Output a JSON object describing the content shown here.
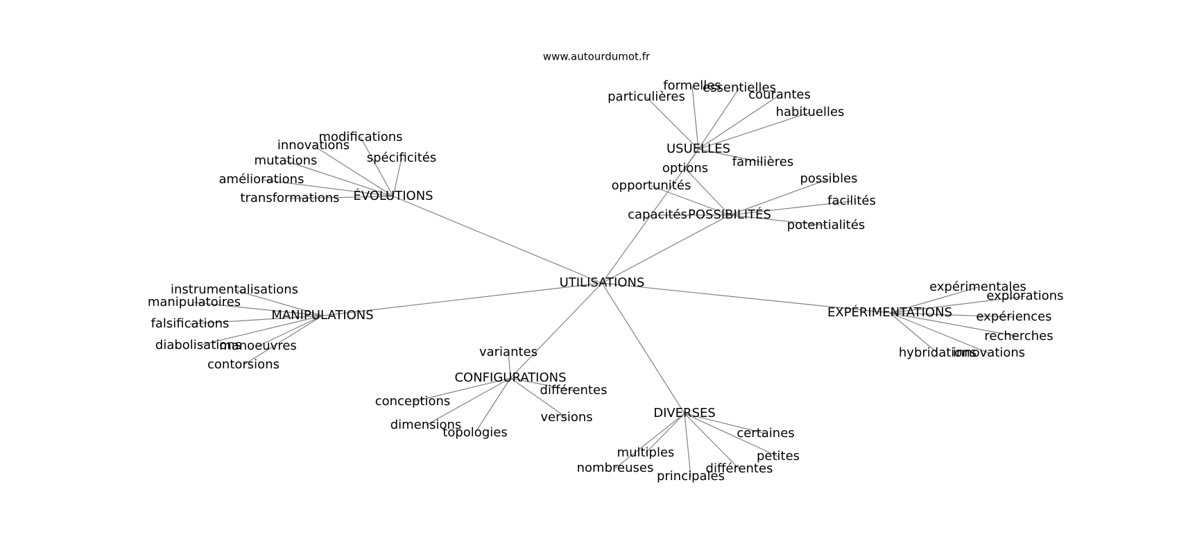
{
  "source": "www.autourdumot.fr",
  "colors": {
    "edge": "#808080",
    "text": "#000000",
    "background": "#ffffff"
  },
  "center": {
    "id": "utilisations",
    "label": "UTILISATIONS"
  },
  "hubs": [
    {
      "id": "evolutions",
      "label": "ÉVOLUTIONS",
      "leaves": [
        "modifications",
        "innovations",
        "spécificités",
        "mutations",
        "améliorations",
        "transformations"
      ]
    },
    {
      "id": "usuelles",
      "label": "USUELLES",
      "leaves": [
        "formelles",
        "essentielles",
        "particulières",
        "courantes",
        "habituelles",
        "familières",
        "options"
      ]
    },
    {
      "id": "possibilites",
      "label": "POSSIBILITÉS",
      "leaves": [
        "possibles",
        "opportunités",
        "facilités",
        "capacités",
        "potentialités",
        "options"
      ]
    },
    {
      "id": "manipulations",
      "label": "MANIPULATIONS",
      "leaves": [
        "instrumentalisations",
        "manipulatoires",
        "falsifications",
        "diabolisations",
        "manoeuvres",
        "contorsions"
      ]
    },
    {
      "id": "experimentations",
      "label": "EXPÉRIMENTATIONS",
      "leaves": [
        "expérimentales",
        "explorations",
        "expériences",
        "recherches",
        "hybridations",
        "innovations"
      ]
    },
    {
      "id": "configurations",
      "label": "CONFIGURATIONS",
      "leaves": [
        "variantes",
        "différentes",
        "conceptions",
        "versions",
        "dimensions",
        "topologies"
      ]
    },
    {
      "id": "diverses",
      "label": "DIVERSES",
      "leaves": [
        "certaines",
        "multiples",
        "petites",
        "nombreuses",
        "différentes",
        "principales"
      ]
    }
  ]
}
